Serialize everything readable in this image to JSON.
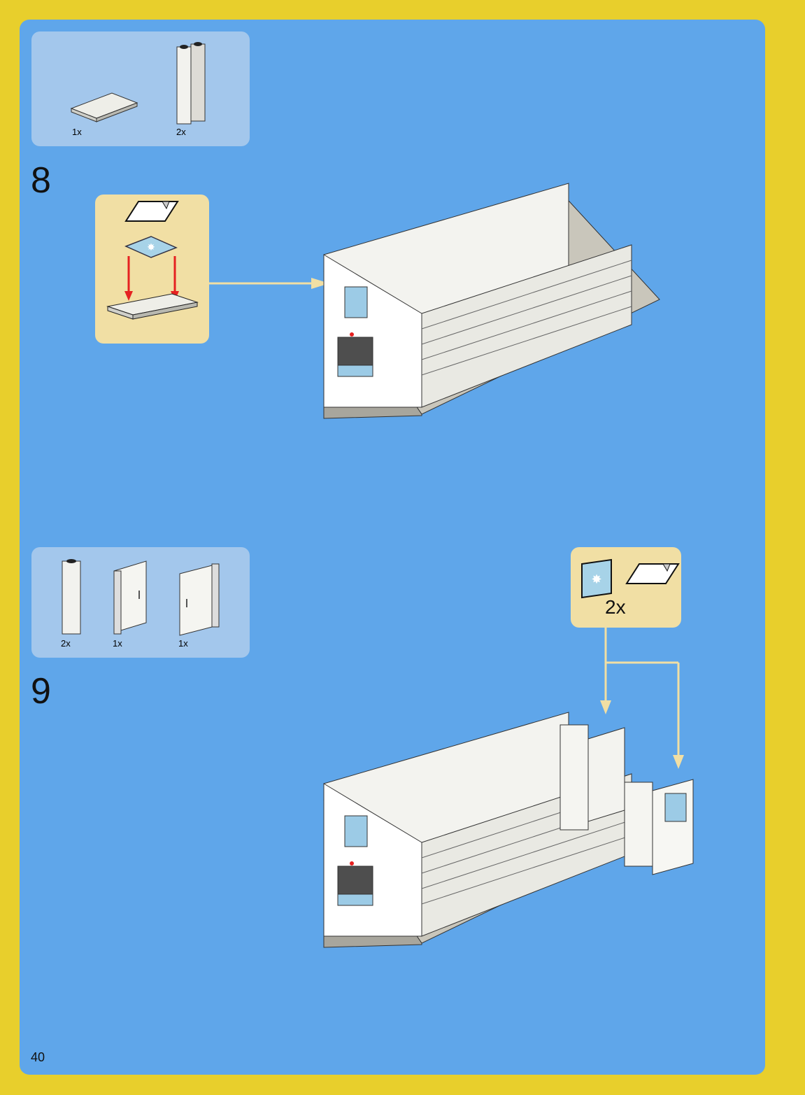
{
  "page": {
    "number": "40",
    "background": "#5fa6ea",
    "frame": "#e8cf2c"
  },
  "step8": {
    "number": "8",
    "parts": [
      {
        "name": "tile",
        "qty": "1x"
      },
      {
        "name": "column",
        "qty": "2x"
      }
    ]
  },
  "step9": {
    "number": "9",
    "parts": [
      {
        "name": "column",
        "qty": "2x"
      },
      {
        "name": "door-left",
        "qty": "1x"
      },
      {
        "name": "door-right",
        "qty": "1x"
      }
    ],
    "callout_qty": "2x"
  }
}
